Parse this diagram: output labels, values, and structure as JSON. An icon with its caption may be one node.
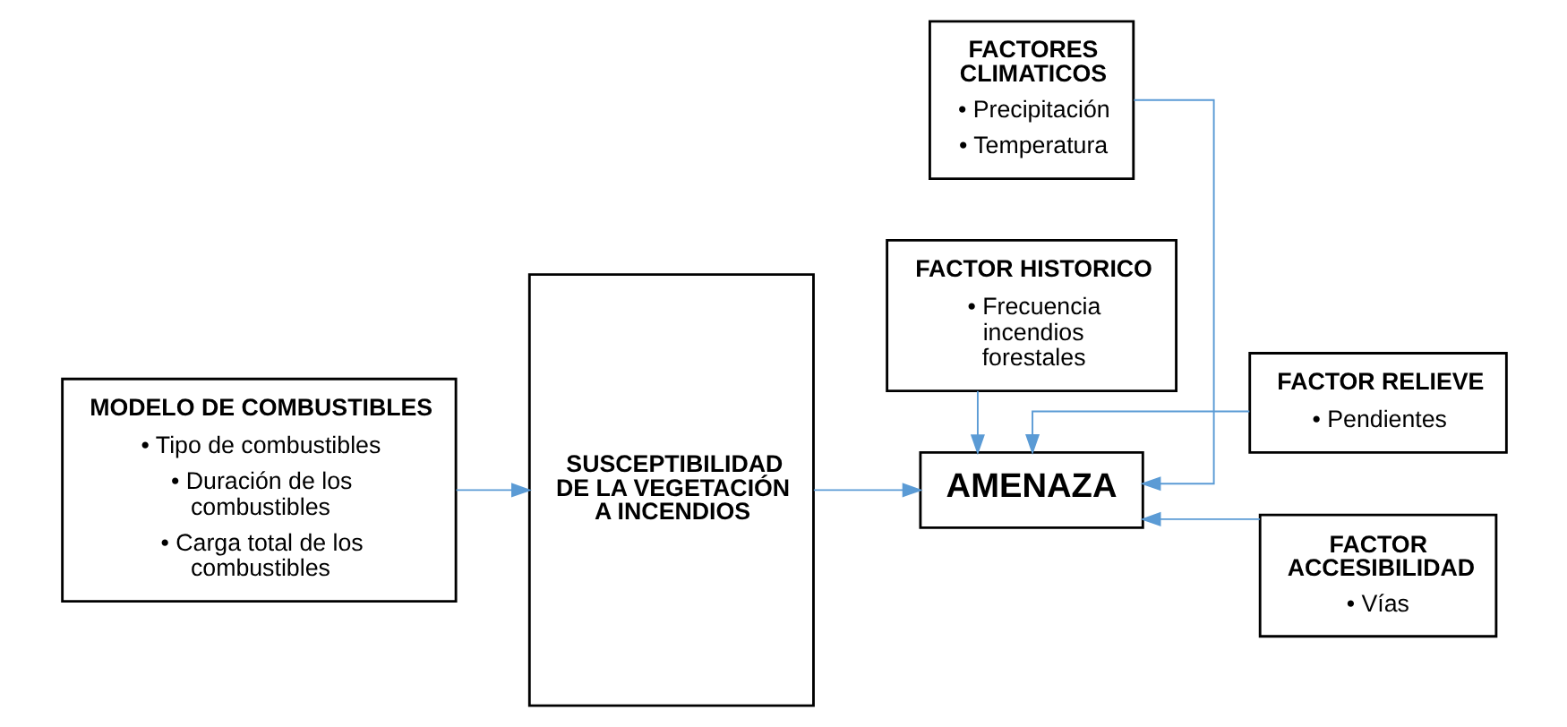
{
  "diagram": {
    "nodes": [
      {
        "text": [
          "MODELO DE COMBUSTIBLES",
          "• Tipo de combustibles",
          "• Duración de los combustibles",
          "• Carga total de los combustibles"
        ]
      },
      {
        "text": [
          "SUSCEPTIBILIDAD DE LA VEGETACIÓN A INCENDIOS"
        ]
      },
      {
        "text": [
          "FACTORES CLIMATICOS",
          "• Precipitación",
          "• Temperatura"
        ]
      },
      {
        "text": [
          "AMENAZA"
        ]
      },
      {
        "text": [
          "FACTOR RELIEVE",
          "• Pendientes"
        ]
      },
      {
        "text": [
          "FACTOR ACCESIBILIDAD",
          "• Vías"
        ]
      },
      {
        "text": [
          "FACTOR HISTORICO",
          "• Frecuencia incendios forestales"
        ]
      }
    ],
    "edges": [
      {
        "from": 0,
        "to": 1,
        "arrow": "to"
      },
      {
        "from": 1,
        "to": 3,
        "arrow": "to"
      },
      {
        "from": 2,
        "to": 3,
        "arrow": "to"
      },
      {
        "from": 4,
        "to": 3,
        "arrow": "to"
      },
      {
        "from": 5,
        "to": 3,
        "arrow": "to"
      },
      {
        "from": 6,
        "to": 3,
        "arrow": "to"
      }
    ]
  }
}
